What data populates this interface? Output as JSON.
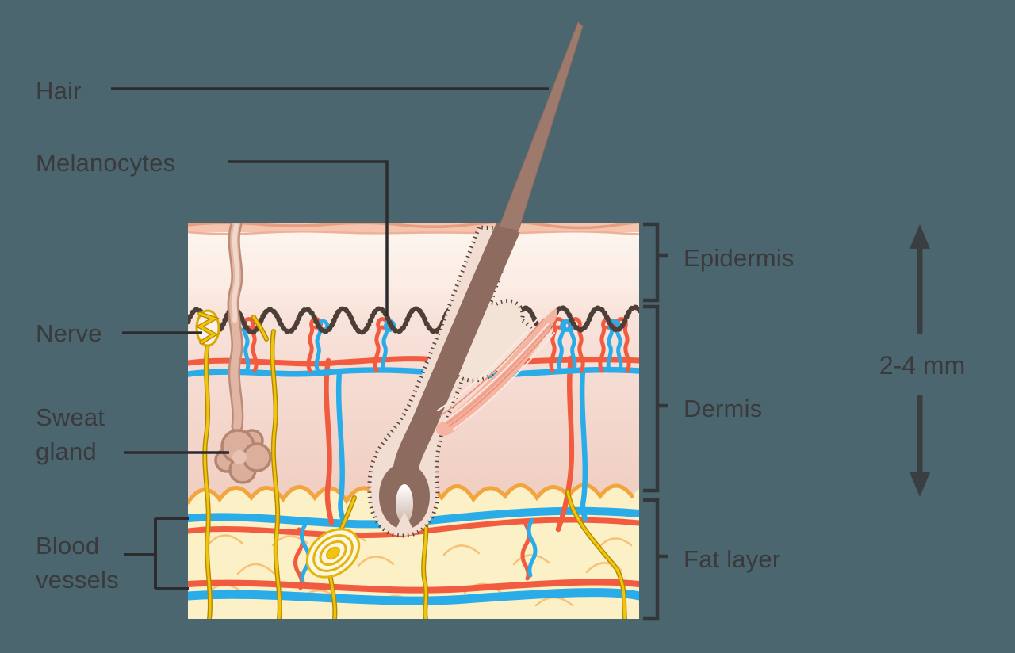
{
  "background_color": "#4b666f",
  "left_labels": {
    "hair": "Hair",
    "melanocytes": "Melanocytes",
    "nerve": "Nerve",
    "sweat_gland_line1": "Sweat",
    "sweat_gland_line2": "gland",
    "blood_vessels_line1": "Blood",
    "blood_vessels_line2": "vessels"
  },
  "layer_labels": {
    "epidermis": "Epidermis",
    "dermis": "Dermis",
    "fat_layer": "Fat layer"
  },
  "measurement": {
    "value": "2-4 mm"
  },
  "colors": {
    "text": "#3a3a3c",
    "pointer_line": "#2c2c2e",
    "bracket": "#33373a",
    "artery_red": "#f15b3f",
    "vein_blue": "#2aace8",
    "nerve_yellow": "#f1c40f",
    "fat_fill": "#fcf0c6",
    "fat_outline_orange": "#f2a43e",
    "epidermis_cream": "#fdf5ee",
    "dermis_pink": "#f4d4c9",
    "skin_surface_salmon": "#e89c80",
    "hair_brown": "#9d7a6c",
    "melanocyte_line_brown": "#4e3e38"
  }
}
